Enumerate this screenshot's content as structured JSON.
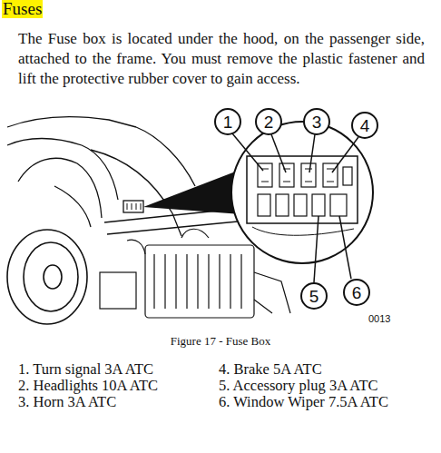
{
  "diagram": {
    "title": "Fuses",
    "caption": "Figure 17 - Fuse Box",
    "nodes": [
      {
        "text": [
          "1"
        ]
      },
      {
        "text": [
          "2"
        ]
      },
      {
        "text": [
          "3"
        ]
      },
      {
        "text": [
          "4"
        ]
      },
      {
        "text": [
          "5"
        ]
      },
      {
        "text": [
          "6"
        ]
      }
    ],
    "labels": [
      "The Fuse box is located under the hood, on the passenger side, attached to the frame. You must remove the plastic fastener and lift the protective rubber cover to gain access.",
      "0013",
      "1. Turn signal 3A ATC",
      "2. Headlights 10A ATC",
      "3. Horn 3A ATC",
      "4. Brake 5A ATC",
      "5. Accessory plug 3A ATC",
      "6. Window Wiper 7.5A ATC"
    ]
  }
}
